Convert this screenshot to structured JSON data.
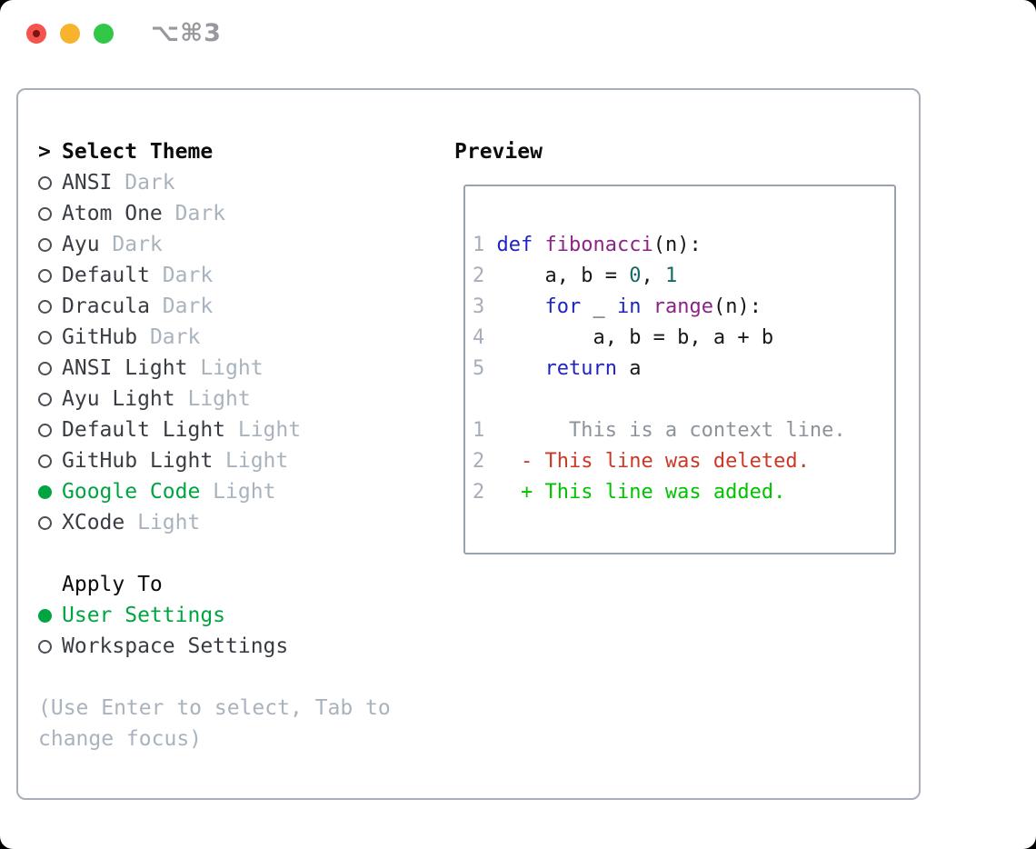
{
  "titlebar": {
    "shortcut": "⌥⌘3"
  },
  "theme_panel": {
    "header": {
      "prefix": ">",
      "label": "Select Theme"
    },
    "themes": [
      {
        "name": "ANSI",
        "variant": "Dark",
        "selected": false
      },
      {
        "name": "Atom One",
        "variant": "Dark",
        "selected": false
      },
      {
        "name": "Ayu",
        "variant": "Dark",
        "selected": false
      },
      {
        "name": "Default",
        "variant": "Dark",
        "selected": false
      },
      {
        "name": "Dracula",
        "variant": "Dark",
        "selected": false
      },
      {
        "name": "GitHub",
        "variant": "Dark",
        "selected": false
      },
      {
        "name": "ANSI Light",
        "variant": "Light",
        "selected": false
      },
      {
        "name": "Ayu Light",
        "variant": "Light",
        "selected": false
      },
      {
        "name": "Default Light",
        "variant": "Light",
        "selected": false
      },
      {
        "name": "GitHub Light",
        "variant": "Light",
        "selected": false
      },
      {
        "name": "Google Code",
        "variant": "Light",
        "selected": true
      },
      {
        "name": "XCode",
        "variant": "Light",
        "selected": false
      }
    ],
    "apply_to": {
      "label": "Apply To",
      "options": [
        {
          "name": "User Settings",
          "selected": true
        },
        {
          "name": "Workspace Settings",
          "selected": false
        }
      ]
    },
    "help_lines": [
      "(Use Enter to select, Tab to",
      "change focus)"
    ]
  },
  "preview": {
    "title": "Preview",
    "code_lines": [
      {
        "num": "1",
        "tokens": [
          [
            "def",
            "keyword"
          ],
          [
            " ",
            "plain"
          ],
          [
            "fibonacci",
            "function"
          ],
          [
            "(n):",
            "plain"
          ]
        ]
      },
      {
        "num": "2",
        "tokens": [
          [
            "    a, b = ",
            "plain"
          ],
          [
            "0",
            "literal"
          ],
          [
            ", ",
            "plain"
          ],
          [
            "1",
            "literal"
          ]
        ]
      },
      {
        "num": "3",
        "tokens": [
          [
            "    ",
            "plain"
          ],
          [
            "for",
            "keyword"
          ],
          [
            " _ ",
            "plain"
          ],
          [
            "in",
            "keyword"
          ],
          [
            " ",
            "plain"
          ],
          [
            "range",
            "function"
          ],
          [
            "(n):",
            "plain"
          ]
        ]
      },
      {
        "num": "4",
        "tokens": [
          [
            "        a, b = b, a + b",
            "plain"
          ]
        ]
      },
      {
        "num": "5",
        "tokens": [
          [
            "    ",
            "plain"
          ],
          [
            "return",
            "keyword"
          ],
          [
            " a",
            "plain"
          ]
        ]
      }
    ],
    "diff_lines": [
      {
        "num": "1",
        "tokens": [
          [
            "      This is a context line.",
            "context"
          ]
        ]
      },
      {
        "num": "2",
        "tokens": [
          [
            "  - This line was deleted.",
            "deleted"
          ]
        ]
      },
      {
        "num": "2",
        "tokens": [
          [
            "  + This line was added.",
            "added"
          ]
        ]
      }
    ]
  },
  "colors": {
    "backdrop": "#000000",
    "window_bg": "#ffffff",
    "panel_border": "#a9afb7",
    "preview_border": "#9aa2ac",
    "heading": "#0c0c0d",
    "text_dark": "#393d43",
    "muted": "#a9b3bd",
    "accent_green": "#00a542",
    "bullet_outline": "#4b4f55",
    "lineno": "#a5aeb9",
    "keyword": "#1f23c0",
    "function": "#8c2388",
    "literal": "#126a66",
    "plain": "#17181a",
    "context": "#8d939b",
    "deleted": "#cc3726",
    "added": "#00c300",
    "traffic_red": "#f4544d",
    "traffic_red_dot": "#7d1311",
    "traffic_yellow": "#f7b32b",
    "traffic_green": "#33c748",
    "shortcut_text": "#98989e"
  }
}
